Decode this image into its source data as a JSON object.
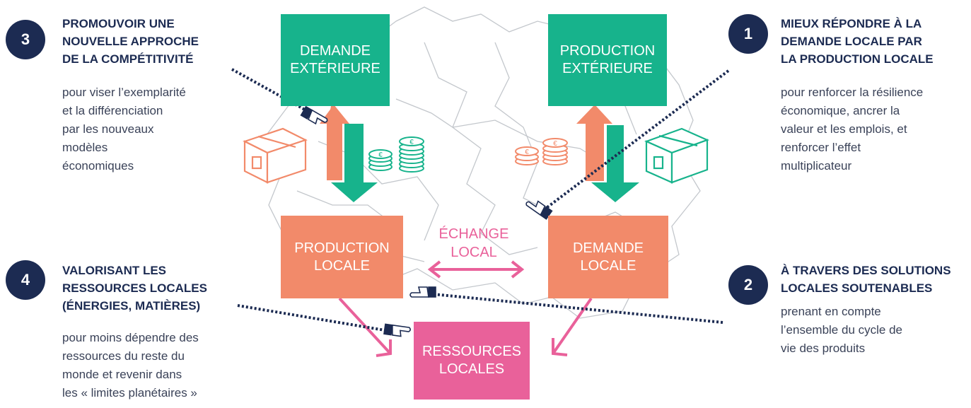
{
  "colors": {
    "navy": "#1c2b52",
    "green": "#17b38c",
    "orange": "#f28a6a",
    "pink": "#e9619a",
    "map_lines": "#b8bcc2"
  },
  "boxes": {
    "demande_exterieure": [
      "DEMANDE",
      "EXTÉRIEURE"
    ],
    "production_exterieure": [
      "PRODUCTION",
      "EXTÉRIEURE"
    ],
    "production_locale": [
      "PRODUCTION",
      "LOCALE"
    ],
    "demande_locale": [
      "DEMANDE",
      "LOCALE"
    ],
    "ressources_locales": [
      "RESSOURCES",
      "LOCALES"
    ]
  },
  "exchange": [
    "ÉCHANGE",
    "LOCAL"
  ],
  "blocks": {
    "b1": {
      "number": "1",
      "title": [
        "MIEUX RÉPONDRE À LA",
        "DEMANDE LOCALE PAR",
        "LA PRODUCTION LOCALE"
      ],
      "body": [
        "pour renforcer la résilience",
        "économique, ancrer la",
        "valeur et les emplois, et",
        "renforcer l’effet",
        "multiplicateur"
      ]
    },
    "b2": {
      "number": "2",
      "title": [
        "À TRAVERS DES SOLUTIONS",
        "LOCALES SOUTENABLES"
      ],
      "body": [
        "prenant en compte",
        "l’ensemble du cycle de",
        "vie des produits"
      ]
    },
    "b3": {
      "number": "3",
      "title": [
        "PROMOUVOIR UNE",
        "NOUVELLE APPROCHE",
        "DE LA COMPÉTITIVITÉ"
      ],
      "body": [
        "pour viser l’exemplarité",
        "et la différenciation",
        "par les nouveaux",
        "modèles",
        "économiques"
      ]
    },
    "b4": {
      "number": "4",
      "title": [
        "VALORISANT LES",
        "RESSOURCES LOCALES",
        "(ÉNERGIES, MATIÈRES)"
      ],
      "body": [
        "pour moins dépendre des",
        "ressources du reste du",
        "monde et revenir dans",
        "les « limites planétaires »"
      ]
    }
  },
  "icons": {
    "coins": "euro-coins-icon",
    "box": "package-box-icon",
    "hand": "pointing-hand-icon"
  }
}
